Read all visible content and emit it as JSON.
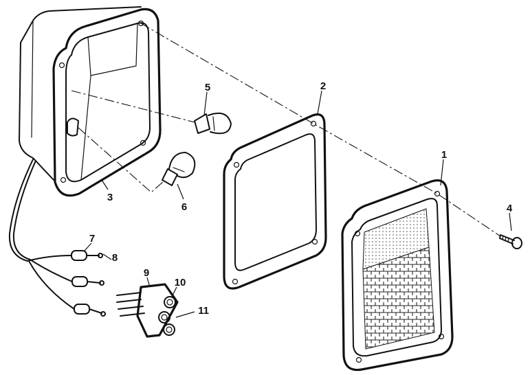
{
  "diagram": {
    "callouts": [
      "1",
      "2",
      "3",
      "4",
      "5",
      "6",
      "7",
      "8",
      "9",
      "10",
      "11"
    ]
  },
  "colors": {
    "ink": "#111111",
    "background": "#ffffff"
  }
}
